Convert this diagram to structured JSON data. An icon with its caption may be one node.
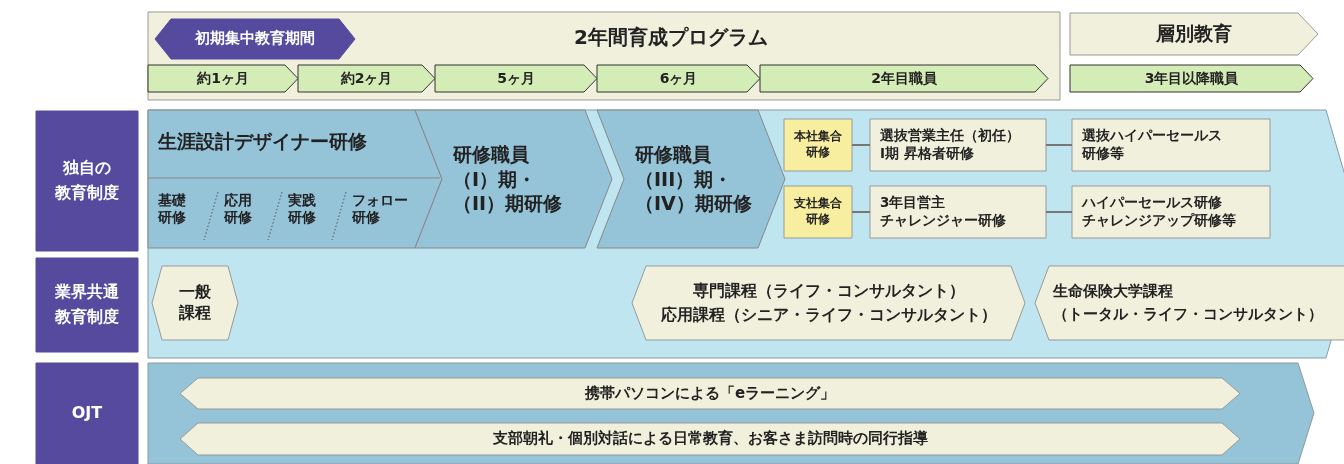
{
  "diagram": {
    "nodes": [
      {
        "text": [
          "2年間育成プログラム"
        ]
      },
      {
        "text": [
          "初期集中教育期間"
        ],
        "in": 0
      },
      {
        "text": [
          "約1ヶ月"
        ],
        "in": 0
      },
      {
        "text": [
          "約2ヶ月"
        ],
        "in": 0
      },
      {
        "text": [
          "5ヶ月"
        ],
        "in": 0
      },
      {
        "text": [
          "6ヶ月"
        ],
        "in": 0
      },
      {
        "text": [
          "2年目職員"
        ],
        "in": 0
      },
      {
        "text": [
          "層別教育"
        ]
      },
      {
        "text": [
          "3年目以降職員"
        ]
      },
      {
        "text": [
          "独自の",
          "教育制度"
        ]
      },
      {
        "text": [
          "生涯設計デザイナー研修",
          "基礎研修",
          "応用研修",
          "実践研修",
          "フォロー研修"
        ]
      },
      {
        "text": [
          "研修職員",
          "（I）期・",
          "（II）期研修"
        ]
      },
      {
        "text": [
          "研修職員",
          "（III）期・",
          "（IV）期研修"
        ]
      },
      {
        "text": [
          "本社集合研修"
        ]
      },
      {
        "text": [
          "選抜営業主任（初任） I期 昇格者研修"
        ]
      },
      {
        "text": [
          "選抜ハイパーセールス研修等"
        ]
      },
      {
        "text": [
          "支社集合研修"
        ]
      },
      {
        "text": [
          "3年目営主",
          "チャレンジャー研修"
        ]
      },
      {
        "text": [
          "ハイパーセールス研修",
          "チャレンジアップ研修等"
        ]
      },
      {
        "text": [
          "業界共通教育制度"
        ]
      },
      {
        "text": [
          "一般課程"
        ]
      },
      {
        "text": [
          "専門課程（ライフ・コンサルタント）",
          "応用課程（シニア・ライフ・コンサルタント）"
        ]
      },
      {
        "text": [
          "生命保険大学課程",
          "（トータル・ライフ・コンサルタント）"
        ]
      },
      {
        "text": [
          "OJT"
        ]
      },
      {
        "text": [
          "携帯パソコンによる「eラーニング」"
        ]
      },
      {
        "text": [
          "支部朝礼・個別対話による日常教育、お客さま訪問時の同行指導"
        ]
      }
    ],
    "edges": [
      {
        "from": 13,
        "to": 14,
        "arrow": "none"
      },
      {
        "from": 14,
        "to": 15,
        "arrow": "none"
      },
      {
        "from": 16,
        "to": 17,
        "arrow": "none"
      },
      {
        "from": 17,
        "to": 18,
        "arrow": "none"
      }
    ]
  }
}
